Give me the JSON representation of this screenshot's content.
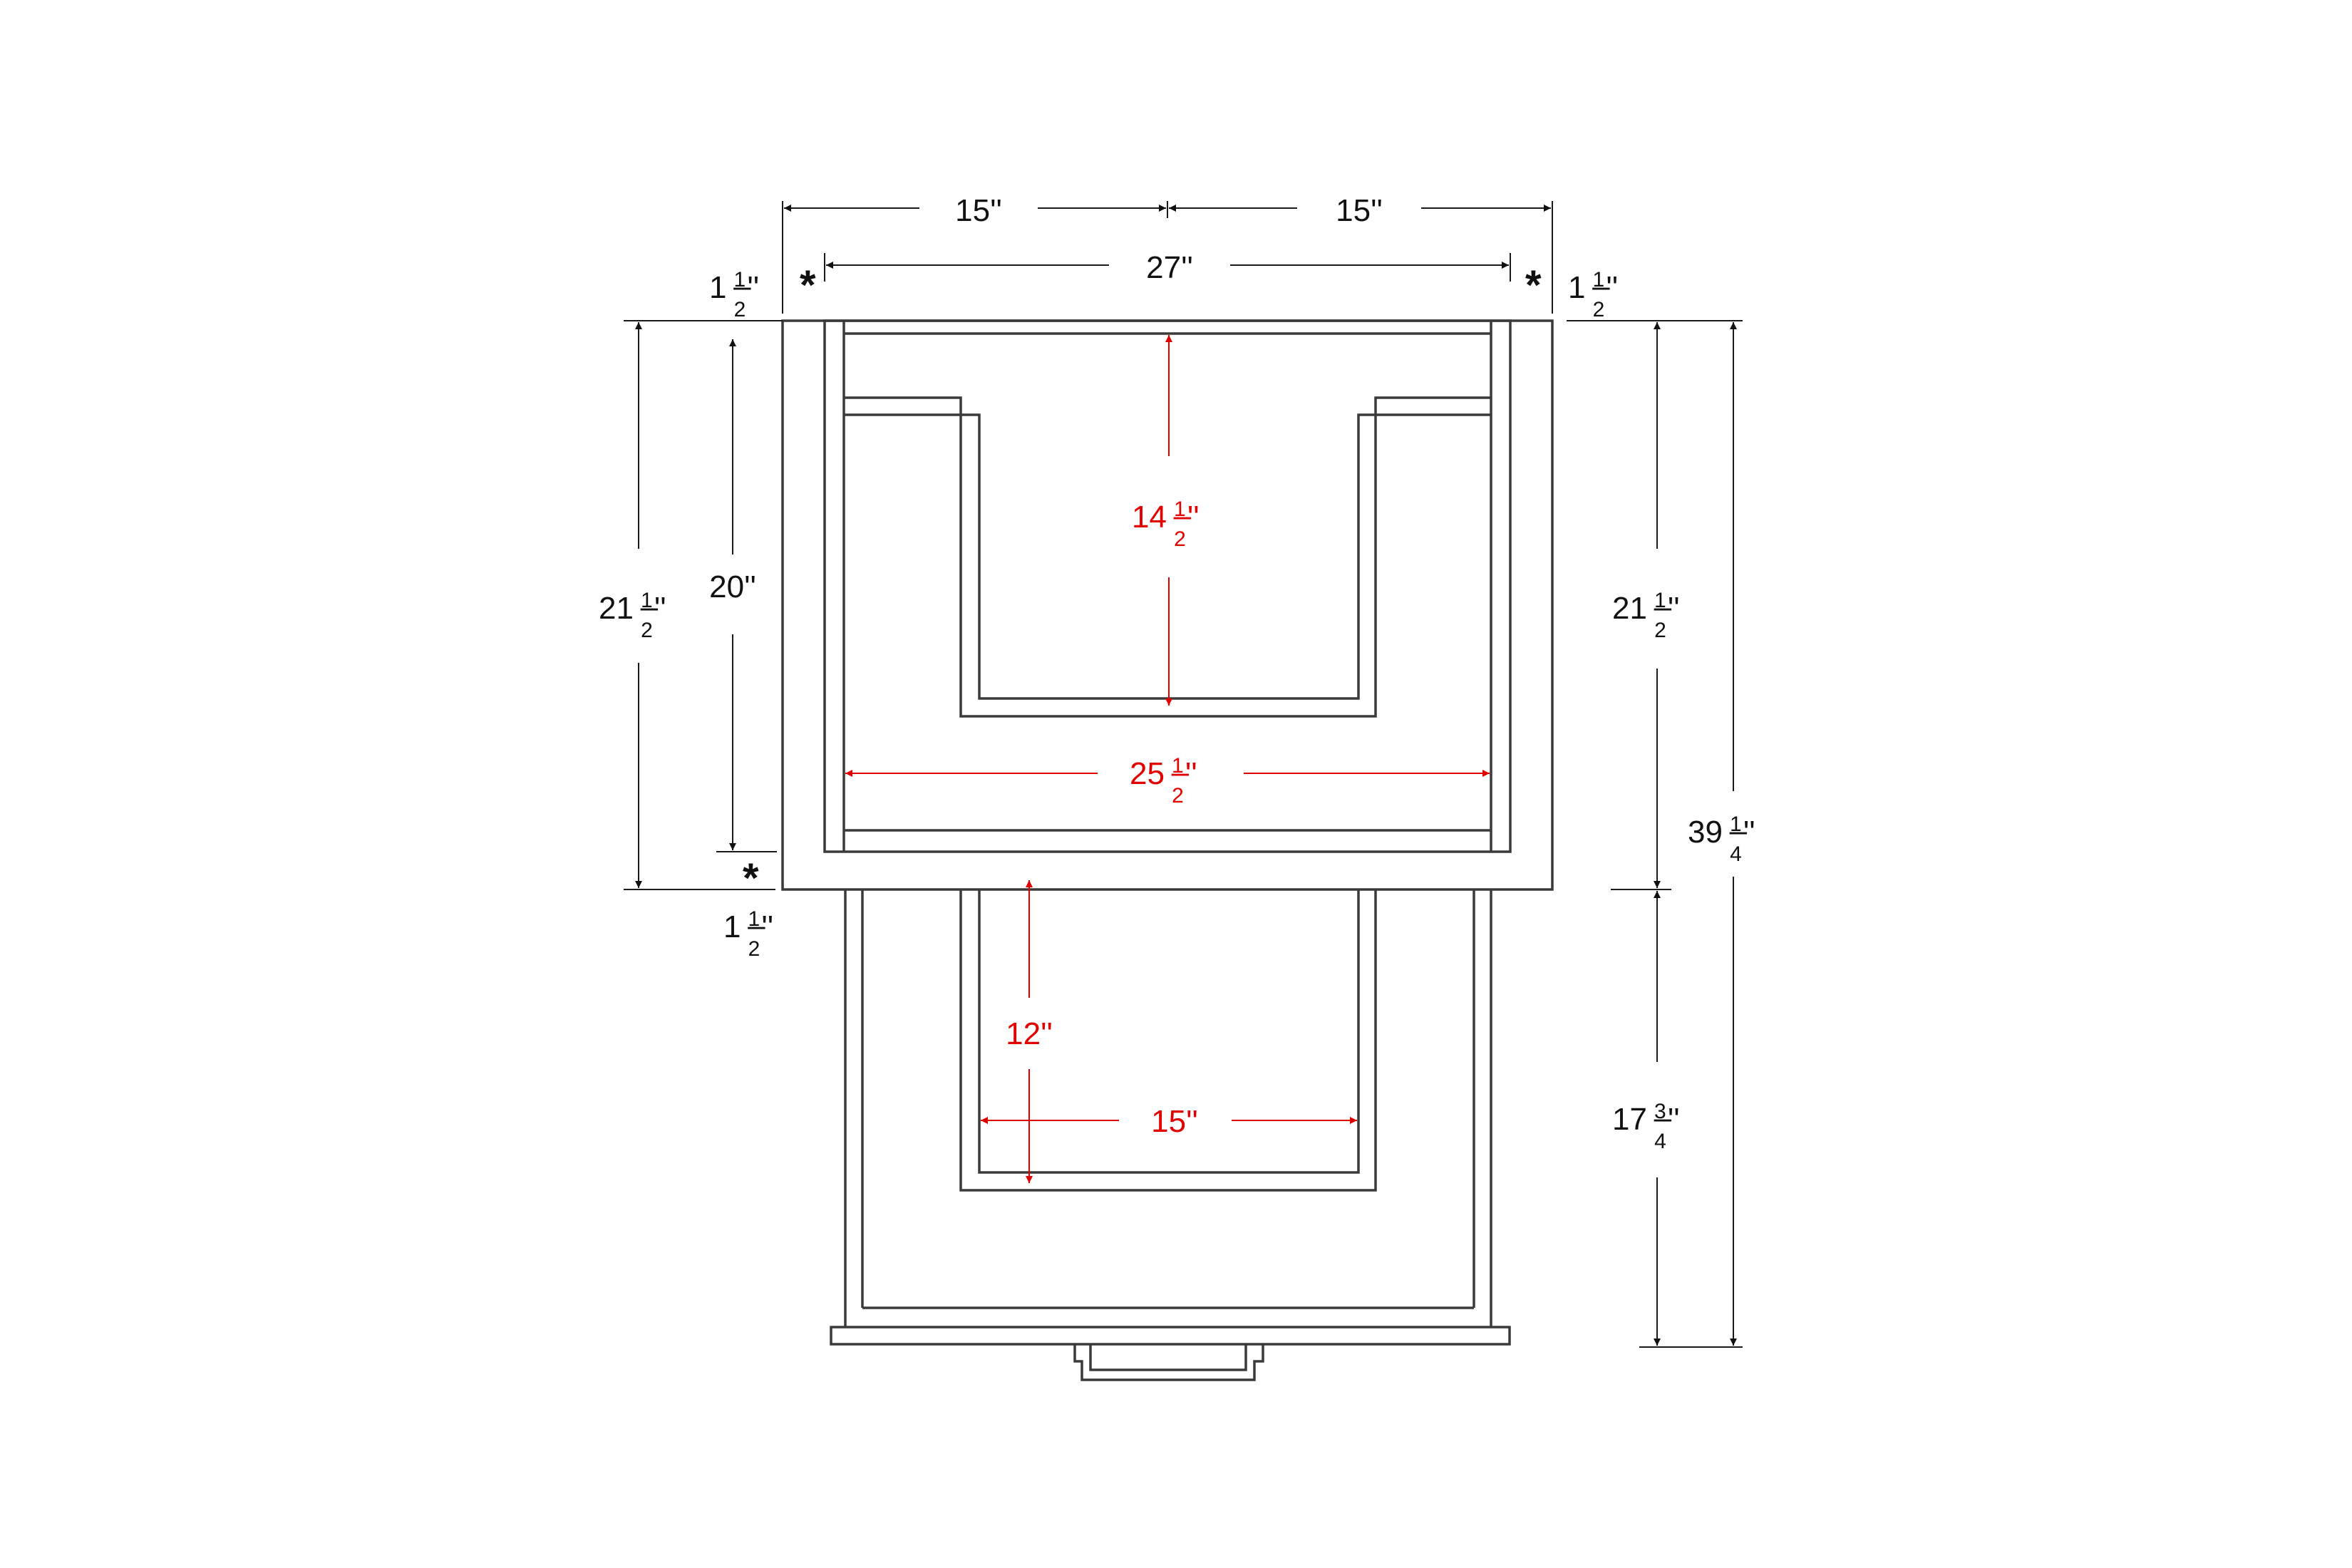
{
  "colors": {
    "outline": "#3a3a3a",
    "dimension": "#1a1a1a",
    "highlight_dimension": "#e00000"
  },
  "marks": {
    "asterisk": "*"
  },
  "dimensions": {
    "top_left_half": {
      "whole": "15''"
    },
    "top_right_half": {
      "whole": "15''"
    },
    "top_inner_width": {
      "whole": "27''"
    },
    "left_corner_offset": {
      "whole": "1",
      "num": "1",
      "den": "2",
      "unit": "''"
    },
    "right_corner_offset": {
      "whole": "1",
      "num": "1",
      "den": "2",
      "unit": "''"
    },
    "left_outer_height": {
      "whole": "21",
      "num": "1",
      "den": "2",
      "unit": "''"
    },
    "left_inner_height": {
      "whole": "20''"
    },
    "bottom_left_offset": {
      "whole": "1",
      "num": "1",
      "den": "2",
      "unit": "''"
    },
    "right_upper_height": {
      "whole": "21",
      "num": "1",
      "den": "2",
      "unit": "''"
    },
    "right_total_height": {
      "whole": "39",
      "num": "1",
      "den": "4",
      "unit": "''"
    },
    "right_lower_height": {
      "whole": "17",
      "num": "3",
      "den": "4",
      "unit": "''"
    },
    "upper_cutout_depth": {
      "whole": "14",
      "num": "1",
      "den": "2",
      "unit": "''"
    },
    "upper_inner_width": {
      "whole": "25",
      "num": "1",
      "den": "2",
      "unit": "''"
    },
    "lower_cutout_depth": {
      "whole": "12''"
    },
    "lower_cutout_width": {
      "whole": "15''"
    }
  }
}
